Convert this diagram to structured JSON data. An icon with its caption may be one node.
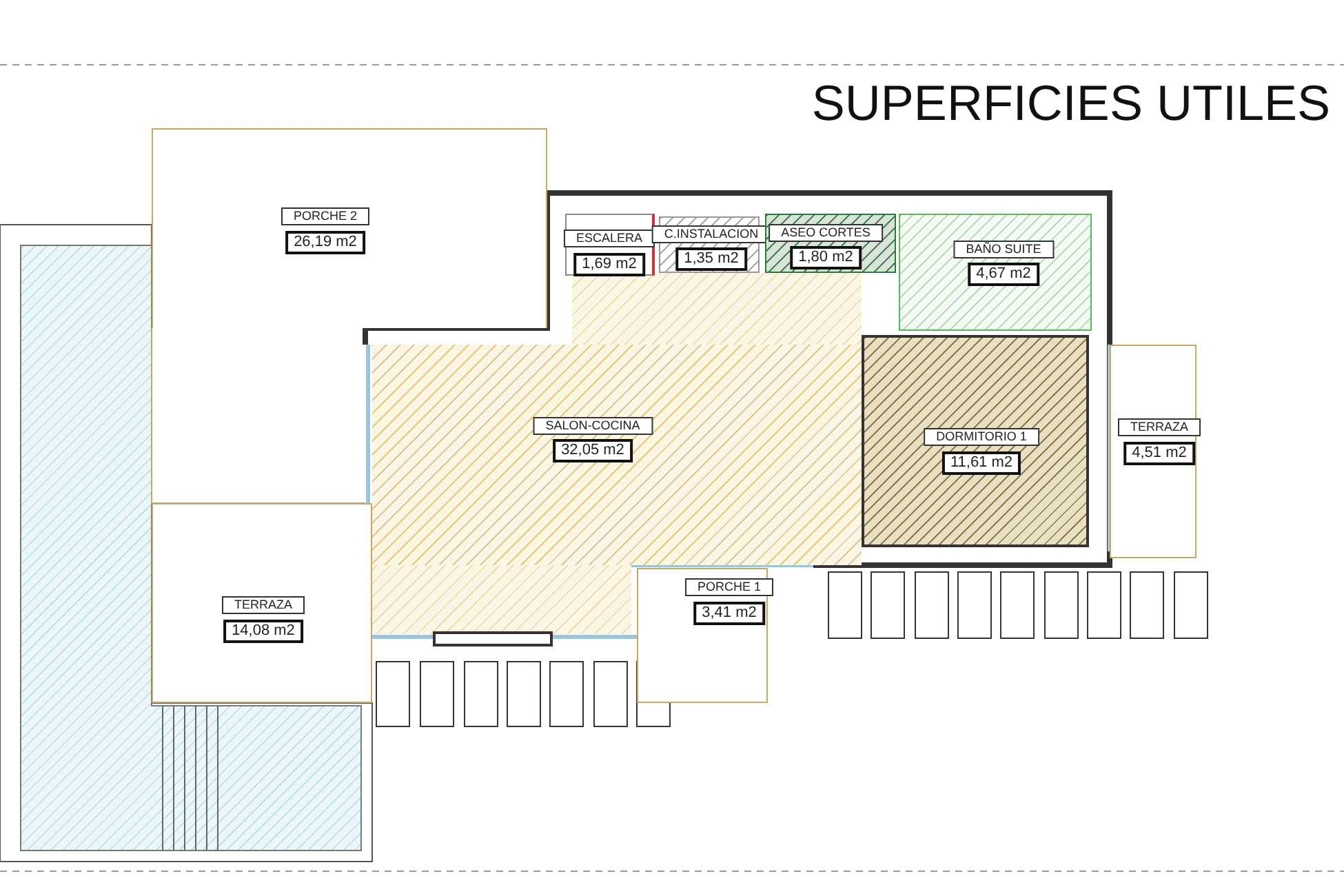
{
  "diagram": {
    "title": "SUPERFICIES UTILES",
    "nodes": [
      {
        "text": [
          "PORCHE 2",
          "26,19 m2"
        ]
      },
      {
        "text": [
          "ESCALERA",
          "1,69 m2"
        ]
      },
      {
        "text": [
          "C.INSTALACION",
          "1,35 m2"
        ]
      },
      {
        "text": [
          "ASEO CORTES",
          "1,80 m2"
        ]
      },
      {
        "text": [
          "BAÑO SUITE",
          "4,67 m2"
        ]
      },
      {
        "text": [
          "SALON-COCINA",
          "32,05 m2"
        ]
      },
      {
        "text": [
          "TERRAZA",
          "4,51 m2"
        ]
      },
      {
        "text": [
          "DORMITORIO 1",
          "11,61 m2"
        ]
      },
      {
        "text": [
          "TERRAZA",
          "14,08 m2"
        ]
      },
      {
        "text": [
          "PORCHE 1",
          "3,41 m2"
        ]
      }
    ]
  }
}
